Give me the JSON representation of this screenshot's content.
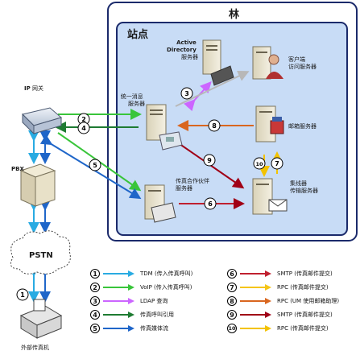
{
  "regions": {
    "forest": "林",
    "site": "站点"
  },
  "nodes": {
    "active_directory": [
      "Active",
      "Directory",
      "服务器"
    ],
    "client_access": [
      "客户端",
      "访问服务器"
    ],
    "um_server": [
      "统一消息",
      "服务器"
    ],
    "mailbox": "邮箱服务器",
    "fax_partner": [
      "传真合作伙伴",
      "服务器"
    ],
    "hub_transport": [
      "集线器",
      "传输服务器"
    ],
    "ip_gateway": [
      "IP",
      "网关"
    ],
    "pbx": "PBX",
    "pstn": "PSTN",
    "external_fax": "外部传真机"
  },
  "markers": [
    "1",
    "2",
    "3",
    "4",
    "5",
    "6",
    "7",
    "8",
    "9",
    "10"
  ],
  "legend": [
    {
      "num": "1",
      "proto": "TDM",
      "desc": "(传入传真呼叫)",
      "color": "#29abe2"
    },
    {
      "num": "2",
      "proto": "VoIP",
      "desc": "(传入传真呼叫)",
      "color": "#39c53a"
    },
    {
      "num": "3",
      "proto": "LDAP",
      "desc": "查询",
      "color": "#cc66ff"
    },
    {
      "num": "4",
      "proto": "",
      "desc": "传真呼叫引用",
      "color": "#1e7b32"
    },
    {
      "num": "5",
      "proto": "",
      "desc": "传真媒体流",
      "color": "#1f66c9"
    },
    {
      "num": "6",
      "proto": "SMTP",
      "desc": "(传真邮件提交)",
      "color": "#c0202f"
    },
    {
      "num": "7",
      "proto": "RPC",
      "desc": "(传真邮件提交)",
      "color": "#f5c518"
    },
    {
      "num": "8",
      "proto": "RPC",
      "desc": "(UM 使用邮箱助理)",
      "color": "#d9661f"
    },
    {
      "num": "9",
      "proto": "SMTP",
      "desc": "(传真邮件提交)",
      "color": "#a00016"
    },
    {
      "num": "10",
      "proto": "RPC",
      "desc": "(传真邮件提交)",
      "color": "#f3c200"
    }
  ]
}
